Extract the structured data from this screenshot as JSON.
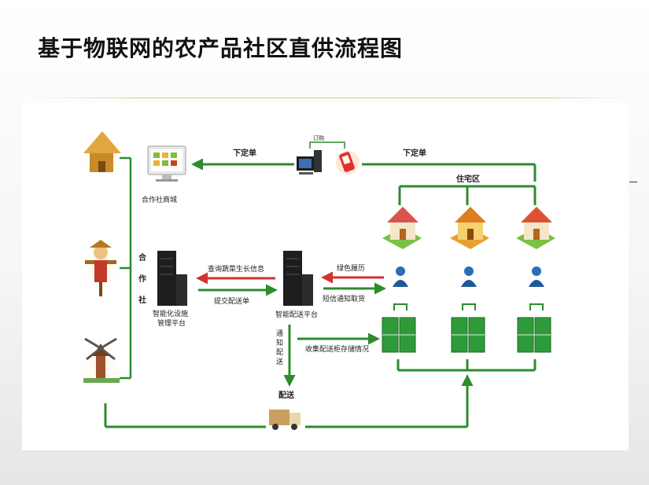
{
  "title": "基于物联网的农产品社区直供流程图",
  "diagram": {
    "coop_mall": "合作社商城",
    "coop": [
      "合",
      "作",
      "社"
    ],
    "order_left": "下定单",
    "order_right": "下定单",
    "order_small": "订购",
    "residential": "住宅区",
    "facility_platform": [
      "智能化设施",
      "管理平台"
    ],
    "delivery_platform": "智能配送平台",
    "query_info": "查询蔬菜生长信息",
    "submit_order": "提交配送单",
    "green_history": "绿色履历",
    "sms_pickup": "短信通知取货",
    "notify_delivery": [
      "通",
      "知",
      "配",
      "送"
    ],
    "collect_status": "收集配送柜存储情况",
    "delivery": "配送"
  },
  "colors": {
    "arrow_green": "#2e8b2e",
    "arrow_red": "#d23232",
    "locker_green": "#2f9a3a",
    "server_dark": "#1e1e1e"
  }
}
